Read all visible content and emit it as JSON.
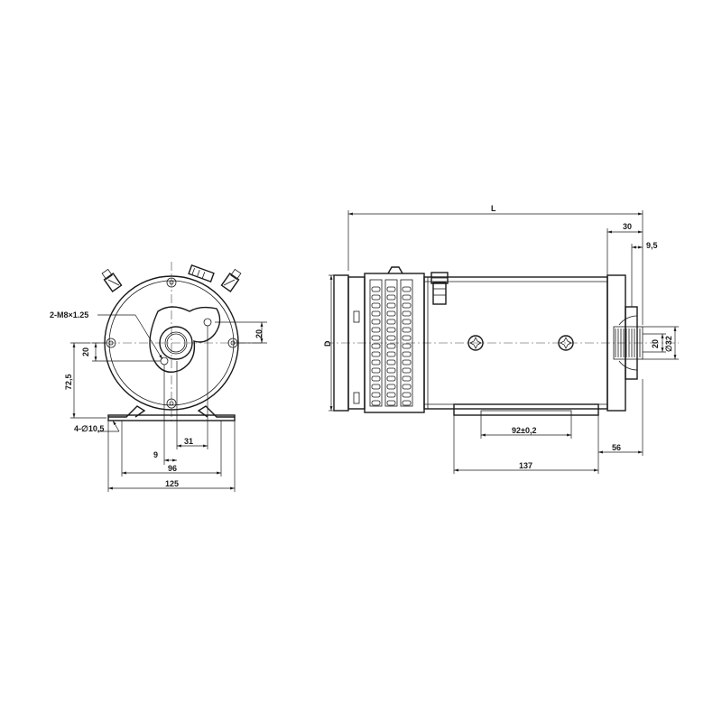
{
  "front_view": {
    "thread_label": "2-M8×1.25",
    "hole_label": "4-∅10,5",
    "dim_20_vert_left": "20",
    "dim_72_5": "72,5",
    "dim_20_right": "20",
    "dim_9": "9",
    "dim_31": "31",
    "dim_96": "96",
    "dim_125": "125"
  },
  "side_view": {
    "dim_L": "L",
    "dim_D": "D",
    "dim_30": "30",
    "dim_9_5": "9,5",
    "dim_shaft_20": "20",
    "dim_shaft_32": "∅32",
    "dim_92": "92±0,2",
    "dim_56": "56",
    "dim_137": "137"
  }
}
